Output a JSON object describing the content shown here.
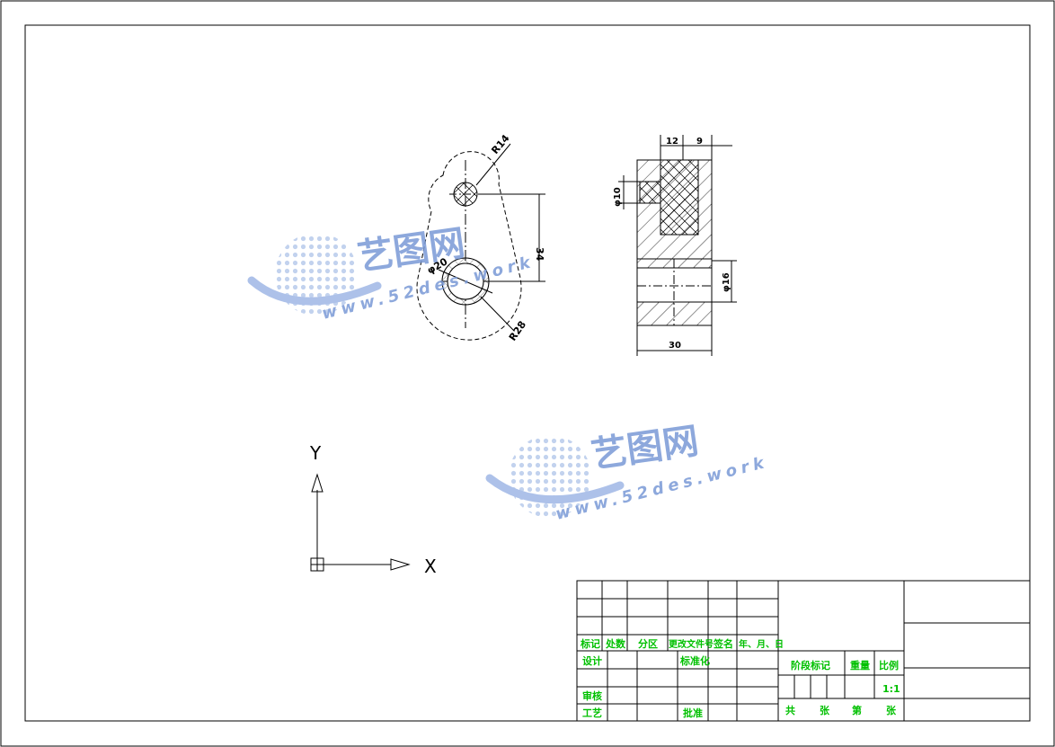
{
  "colors": {
    "line": "#000000",
    "title_text": "#00c000",
    "watermark_blue": "#6f8fcf",
    "watermark_light": "#b8cbec"
  },
  "watermarks": [
    {
      "brand": "艺图网",
      "url": "www.52des.work"
    },
    {
      "brand": "艺图网",
      "url": "www.52des.work"
    }
  ],
  "front_view": {
    "dims": {
      "r14": "R14",
      "d20": "φ20",
      "r28": "R28",
      "len34": "34"
    }
  },
  "side_view": {
    "dims": {
      "w12": "12",
      "w9": "9",
      "d10": "φ10",
      "d16": "φ16",
      "w30": "30"
    }
  },
  "ucs": {
    "x_label": "X",
    "y_label": "Y"
  },
  "title_block": {
    "mark": "标记",
    "count": "处数",
    "zone": "分区",
    "change_doc": "更改文件号",
    "signature": "签名",
    "date": "年、月、日",
    "design": "设计",
    "standardization": "标准化",
    "stage_mark": "阶段标记",
    "weight": "重量",
    "scale_label": "比例",
    "review": "审核",
    "process": "工艺",
    "approve": "批准",
    "scale_value": "1:1",
    "total": "共",
    "sheets": "张",
    "nth": "第",
    "sheet": "张"
  }
}
